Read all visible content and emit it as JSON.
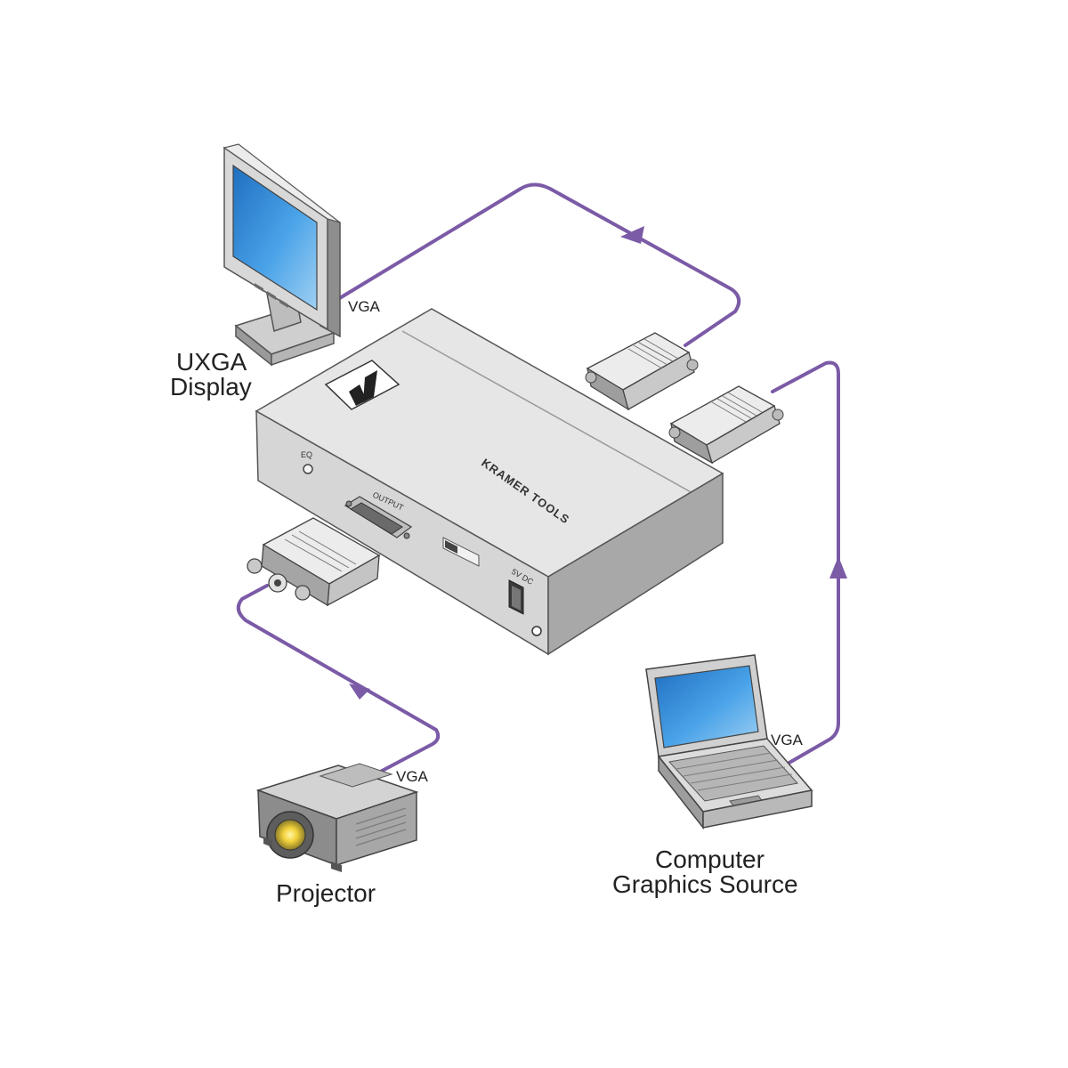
{
  "labels": {
    "display_line1": "UXGA",
    "display_line2": "Display",
    "projector": "Projector",
    "source_line1": "Computer",
    "source_line2": "Graphics Source",
    "vga_display": "VGA",
    "vga_projector": "VGA",
    "vga_laptop": "VGA"
  },
  "device": {
    "brand": "KRAMER TOOLS",
    "eq_label": "EQ",
    "output_label": "OUTPUT",
    "power_label": "5V DC"
  },
  "colors": {
    "cable": "#7b5aa6",
    "device_body": "#e4e4e4",
    "screen": "#3b8ed8"
  }
}
